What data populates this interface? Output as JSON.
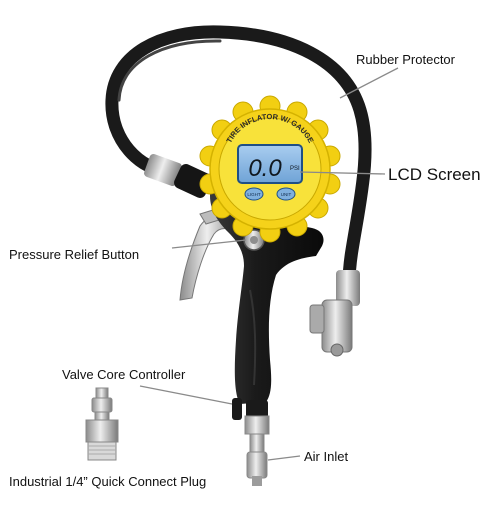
{
  "labels": {
    "rubber_protector": "Rubber Protector",
    "lcd_screen": "LCD Screen",
    "pressure_relief_button": "Pressure Relief Button",
    "valve_core_controller": "Valve Core Controller",
    "quick_connect_plug": "Industrial 1/4”  Quick Connect Plug",
    "air_inlet": "Air Inlet"
  },
  "gauge": {
    "arc_text": "TIRE INFLATOR W/ GAUGE",
    "reading": "0.0",
    "unit": "PSI",
    "light_button": "LIGHT",
    "unit_button": "UNIT"
  },
  "colors": {
    "hose": "#1a1a1a",
    "gauge_bezel": "#f5d21a",
    "lcd": "#7fb0de",
    "body": "#1e1e1e",
    "metal": "#c7c7c7",
    "leader_line": "#8a8a8a"
  }
}
